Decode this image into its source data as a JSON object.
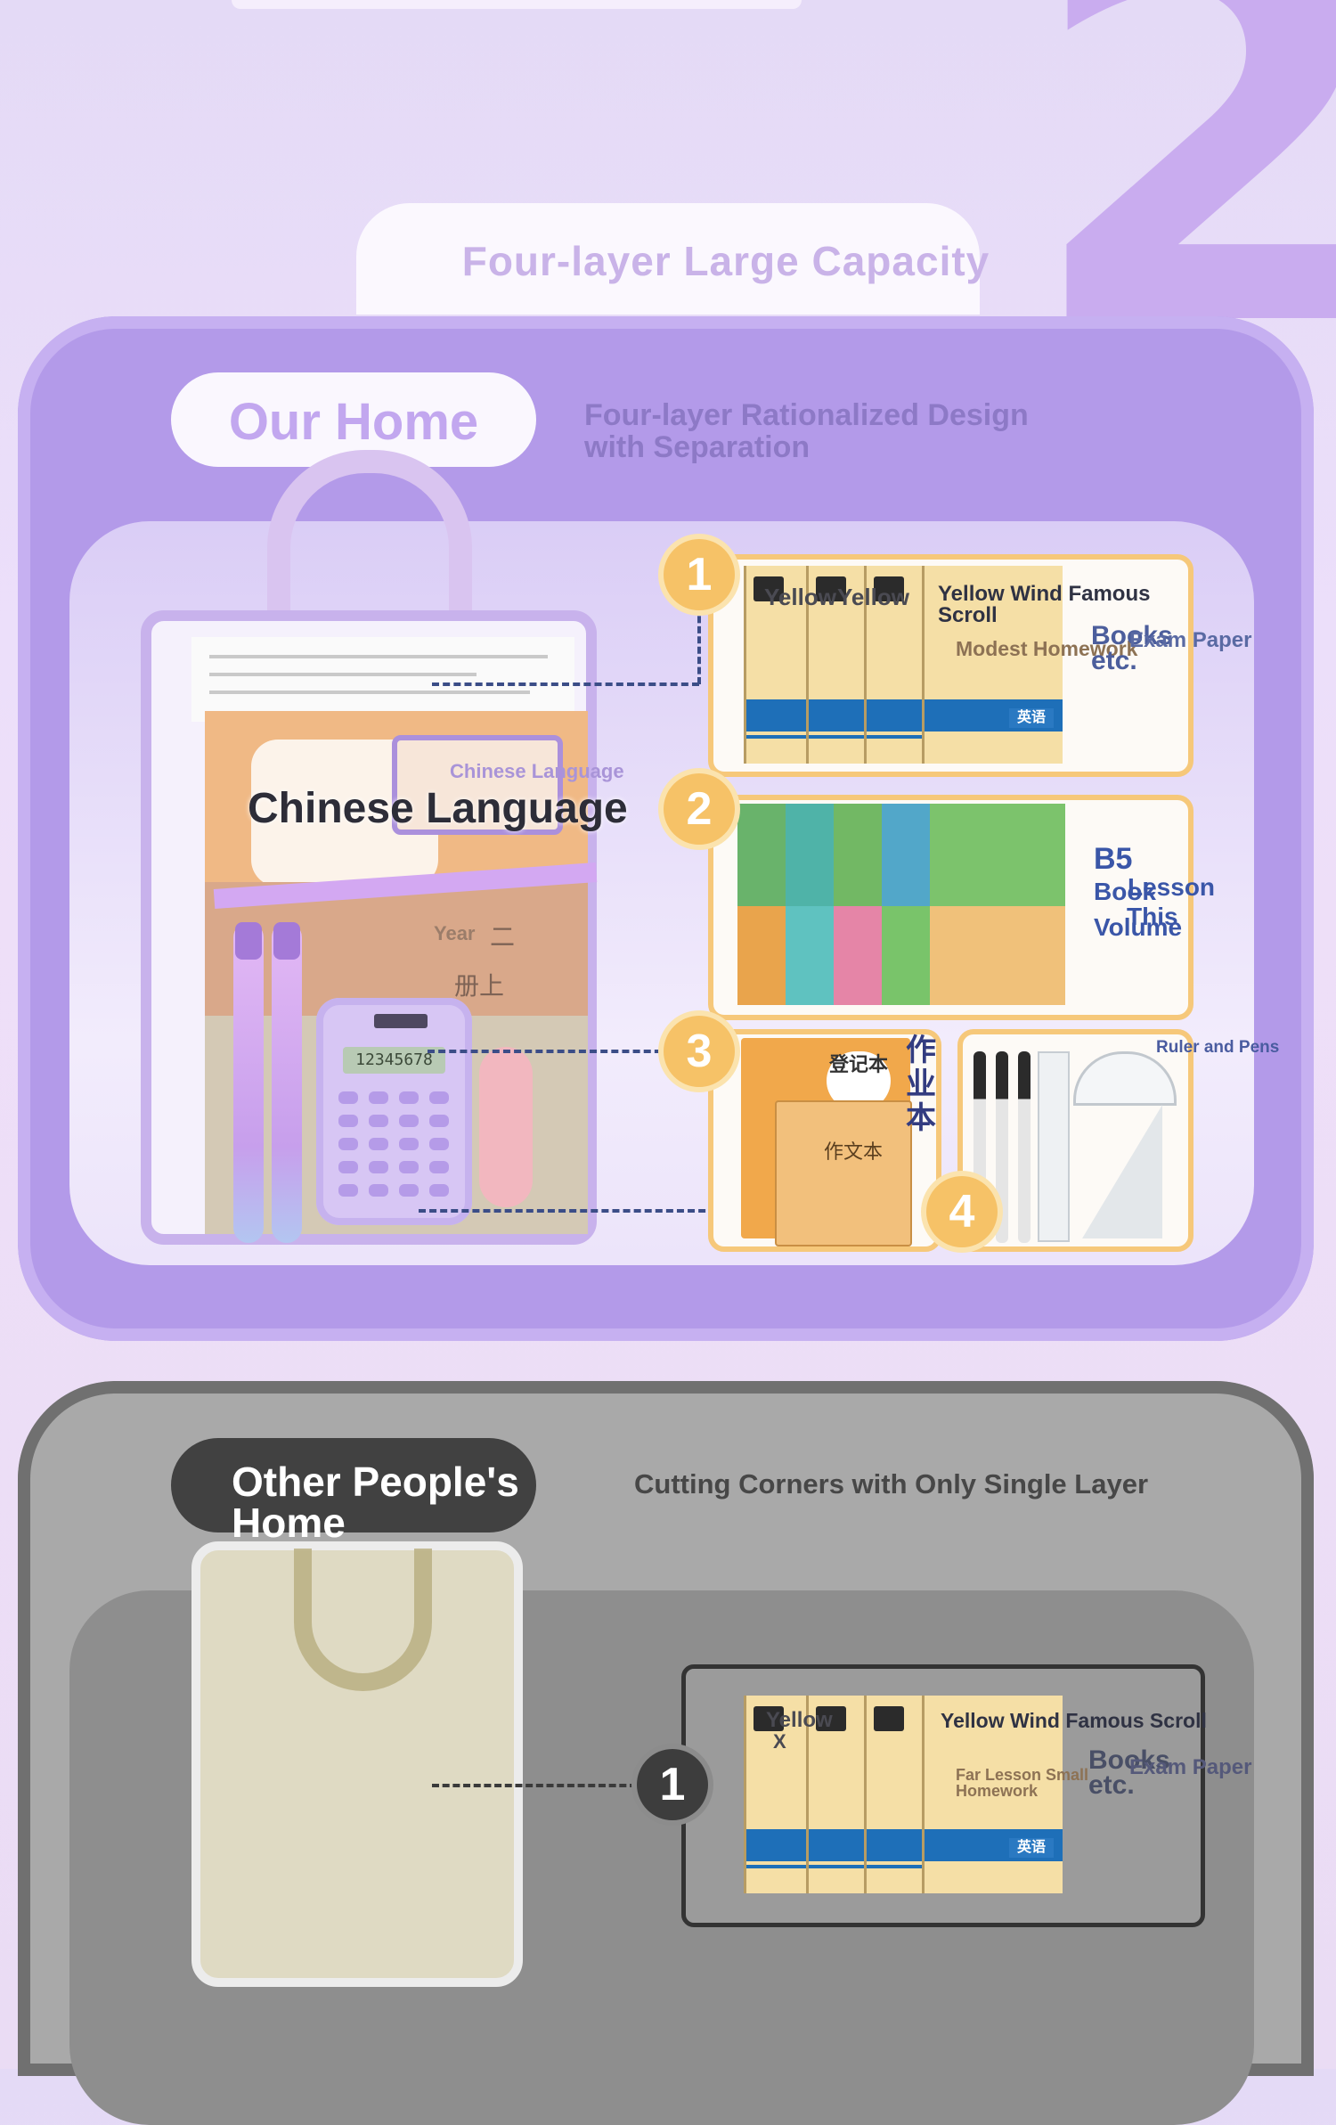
{
  "header": {
    "numeral": "2",
    "title": "Four-layer Large Capacity"
  },
  "ours": {
    "label": "Our Home",
    "description": "Four-layer Rationalized Design with Separation",
    "bag": {
      "book_label_small": "Chinese Language",
      "book_label_big": "Chinese Language",
      "year": "Year",
      "year_glyph": "二",
      "volume_glyph": "册上",
      "calculator_display": "12345678"
    },
    "layers": [
      {
        "number": "1",
        "book_text_1": "Yellow",
        "book_text_2": "Yellow",
        "book_title": "Yellow Wind Famous Scroll",
        "book_subtitle": "Modest Homework",
        "books": "Books etc.",
        "exam": "Exam Paper"
      },
      {
        "number": "2",
        "b5": "B5",
        "book": "Book",
        "lesson": "Lesson",
        "this": "This",
        "volume": "Volume"
      },
      {
        "number": "3",
        "workbook_label": "作业本",
        "register_label": "登记本",
        "essay_label": "作文本"
      },
      {
        "number": "4",
        "label": "Ruler and Pens"
      }
    ]
  },
  "theirs": {
    "label": "Other People's Home",
    "description": "Cutting Corners with Only Single Layer",
    "layer": {
      "number": "1",
      "book_text_1": "Yellow",
      "book_text_x": "X",
      "book_title": "Yellow Wind Famous Scroll",
      "book_subtitle": "Far Lesson Small Homework",
      "books": "Books etc.",
      "exam": "Exam Paper"
    }
  },
  "colors": {
    "ours_panel": "#b39ae9",
    "theirs_panel": "#a9a9a9",
    "badge_ours": "#f6c267",
    "badge_theirs": "#3d3d3d",
    "dash_line": "#3b4d87"
  }
}
